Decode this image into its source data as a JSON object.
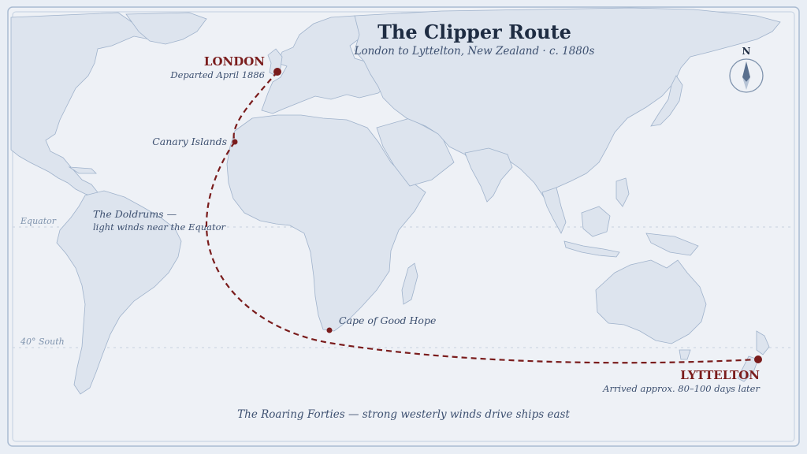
{
  "title": "The Clipper Route",
  "subtitle": "London to Lyttelton, New Zealand · c. 1880s",
  "compass": {
    "label": "N",
    "icon": "compass-rose-icon"
  },
  "origin": {
    "name": "LONDON",
    "note": "Departed April 1886"
  },
  "destination": {
    "name": "LYTTELTON",
    "note": "Arrived approx. 80–100 days later"
  },
  "waypoints": {
    "canary": "Canary Islands",
    "cape": "Cape of Good Hope"
  },
  "doldrums": {
    "title": "The Doldrums —",
    "detail": "light winds near the Equator"
  },
  "latitudes": {
    "equator": "Equator",
    "forty_south": "40° South"
  },
  "footer": "The Roaring Forties — strong westerly winds drive ships east",
  "colors": {
    "route": "#7a1c1c",
    "land": "#dde4ee",
    "coast": "#9fb2cb",
    "ocean": "#eef1f6",
    "title": "#1e2c42"
  }
}
